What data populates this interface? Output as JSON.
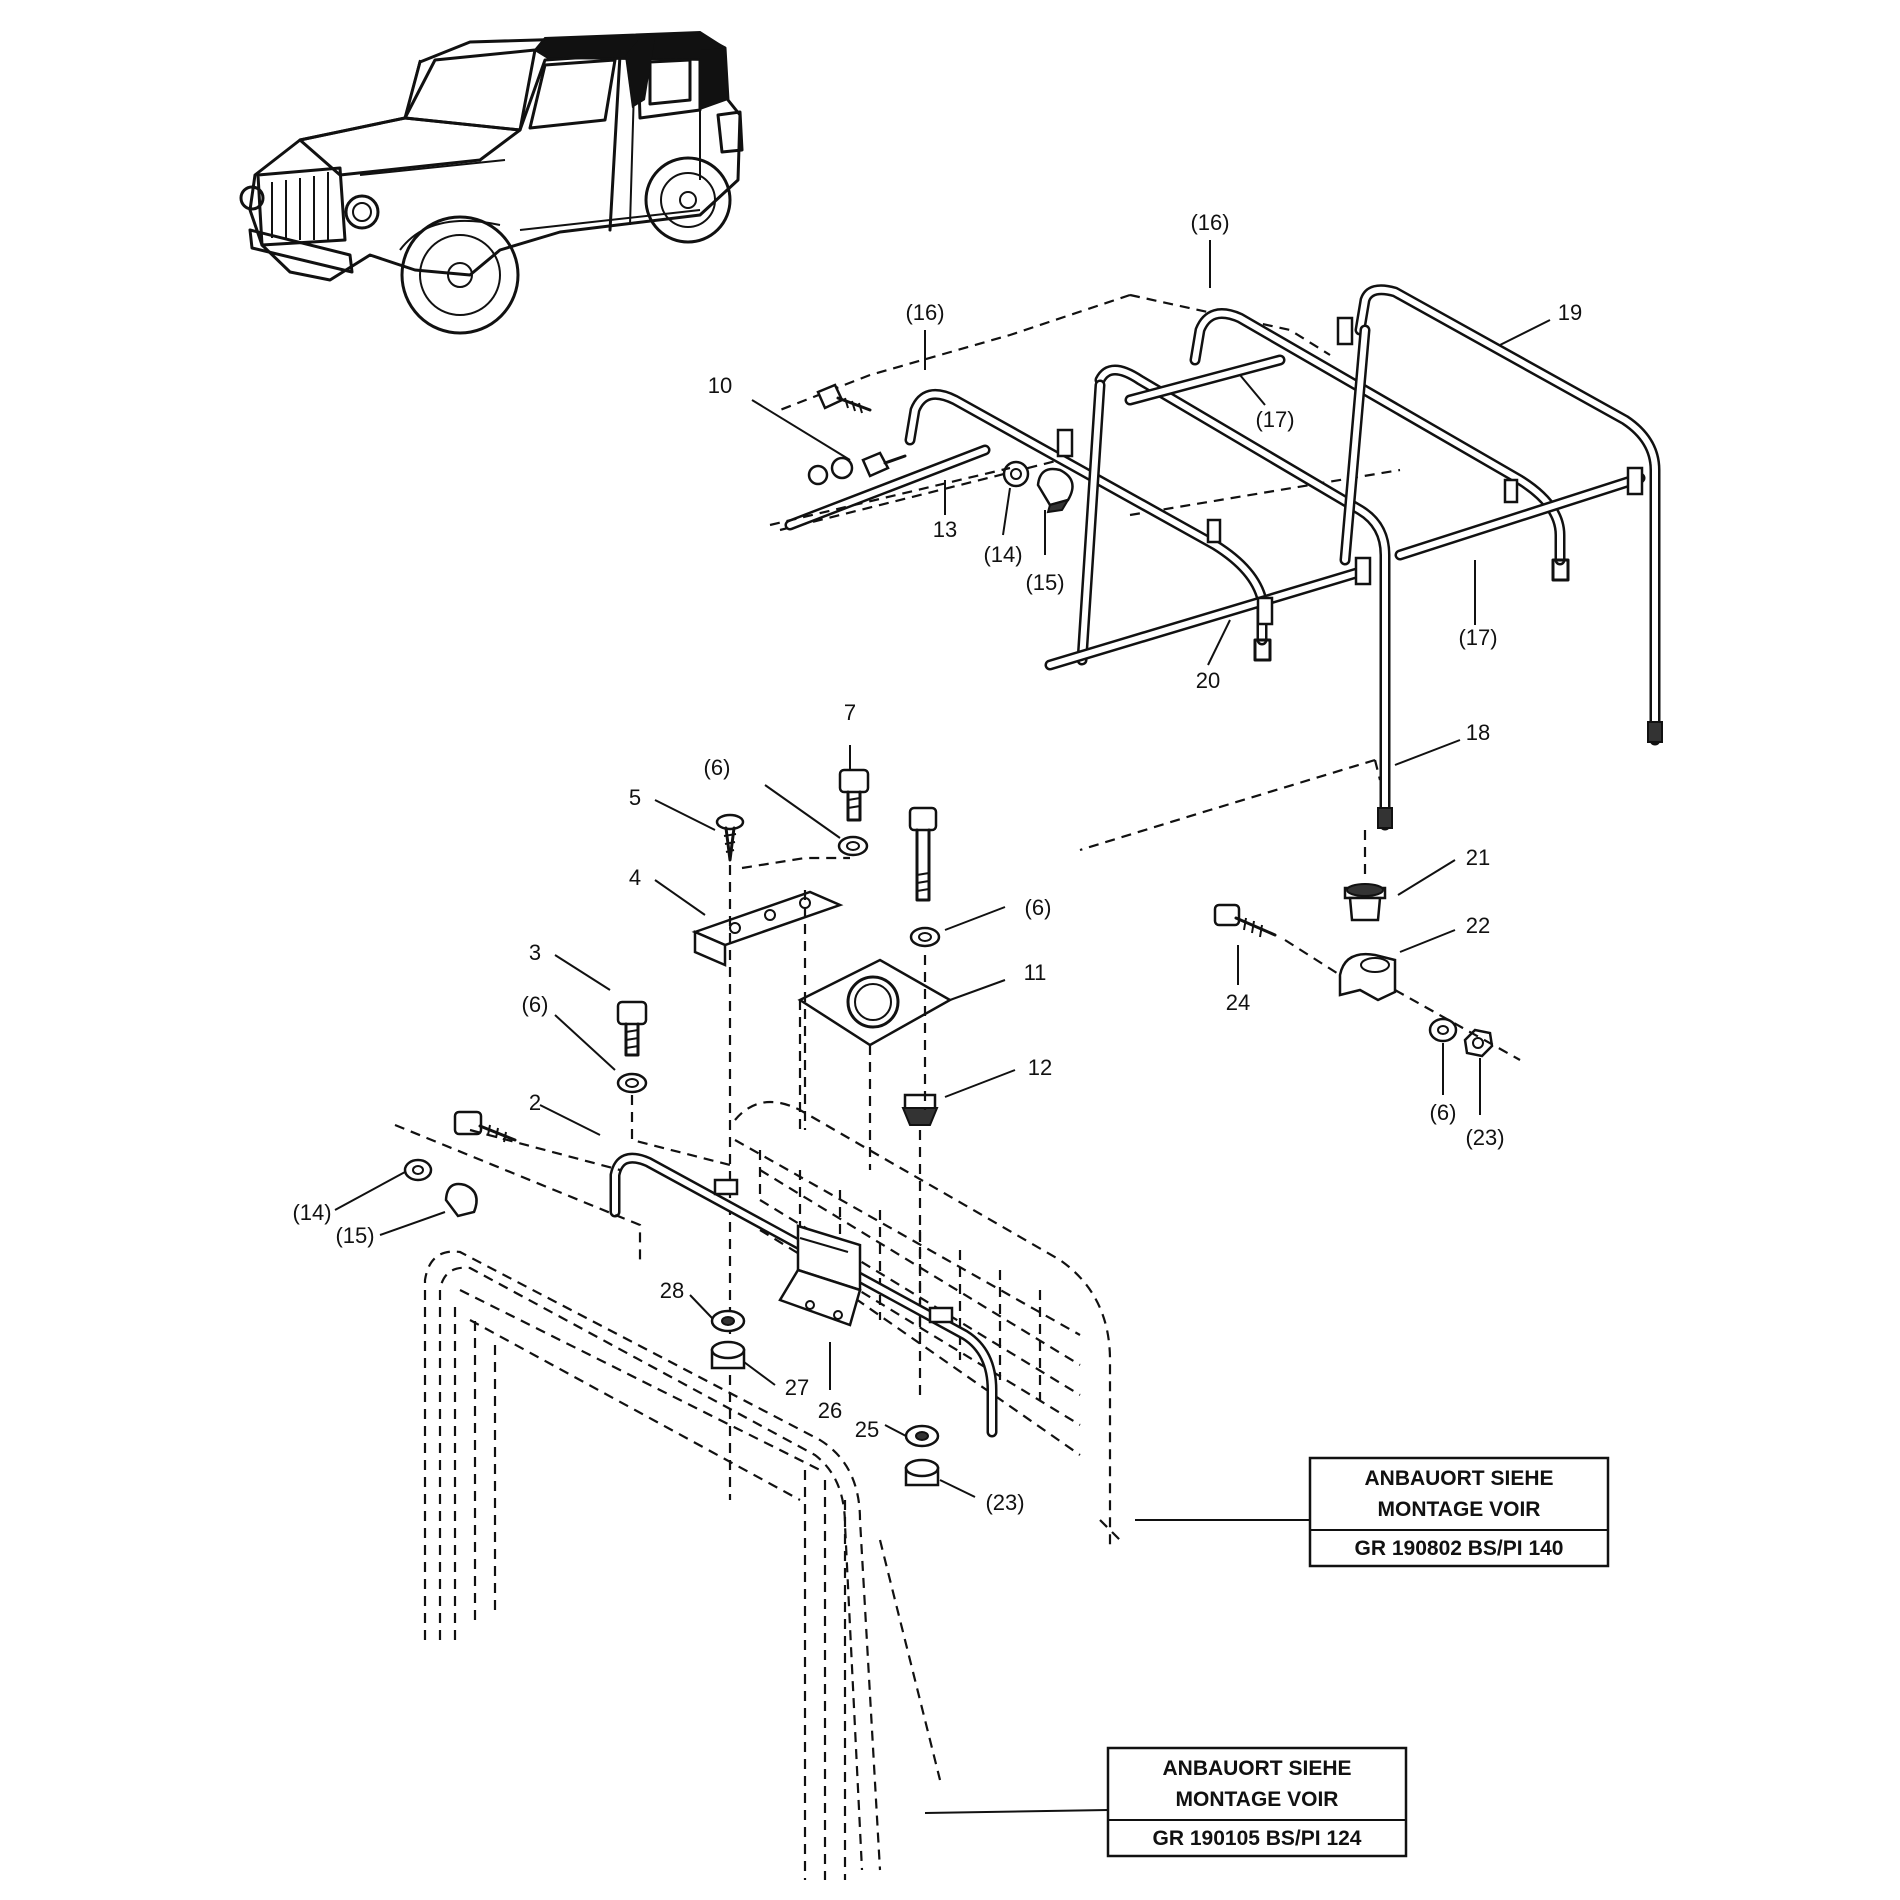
{
  "callouts": [
    {
      "id": "c-16a",
      "text": "(16)"
    },
    {
      "id": "c-16b",
      "text": "(16)"
    },
    {
      "id": "c-19",
      "text": "19"
    },
    {
      "id": "c-10",
      "text": "10"
    },
    {
      "id": "c-17a",
      "text": "(17)"
    },
    {
      "id": "c-13",
      "text": "13"
    },
    {
      "id": "c-14a",
      "text": "(14)"
    },
    {
      "id": "c-15a",
      "text": "(15)"
    },
    {
      "id": "c-17b",
      "text": "(17)"
    },
    {
      "id": "c-20",
      "text": "20"
    },
    {
      "id": "c-18",
      "text": "18"
    },
    {
      "id": "c-7",
      "text": "7"
    },
    {
      "id": "c-6a",
      "text": "(6)"
    },
    {
      "id": "c-5",
      "text": "5"
    },
    {
      "id": "c-4",
      "text": "4"
    },
    {
      "id": "c-6b",
      "text": "(6)"
    },
    {
      "id": "c-11",
      "text": "11"
    },
    {
      "id": "c-3",
      "text": "3"
    },
    {
      "id": "c-6c",
      "text": "(6)"
    },
    {
      "id": "c-12",
      "text": "12"
    },
    {
      "id": "c-21",
      "text": "21"
    },
    {
      "id": "c-22",
      "text": "22"
    },
    {
      "id": "c-24",
      "text": "24"
    },
    {
      "id": "c-6d",
      "text": "(6)"
    },
    {
      "id": "c-23a",
      "text": "(23)"
    },
    {
      "id": "c-2",
      "text": "2"
    },
    {
      "id": "c-14b",
      "text": "(14)"
    },
    {
      "id": "c-15b",
      "text": "(15)"
    },
    {
      "id": "c-28",
      "text": "28"
    },
    {
      "id": "c-27",
      "text": "27"
    },
    {
      "id": "c-26",
      "text": "26"
    },
    {
      "id": "c-25",
      "text": "25"
    },
    {
      "id": "c-23b",
      "text": "(23)"
    }
  ],
  "reference_boxes": [
    {
      "line1": "ANBAUORT SIEHE",
      "line2": "MONTAGE VOIR",
      "line3": "GR 190802  BS/PI 140"
    },
    {
      "line1": "ANBAUORT SIEHE",
      "line2": "MONTAGE VOIR",
      "line3": "GR 190105  BS/PI 124"
    }
  ]
}
